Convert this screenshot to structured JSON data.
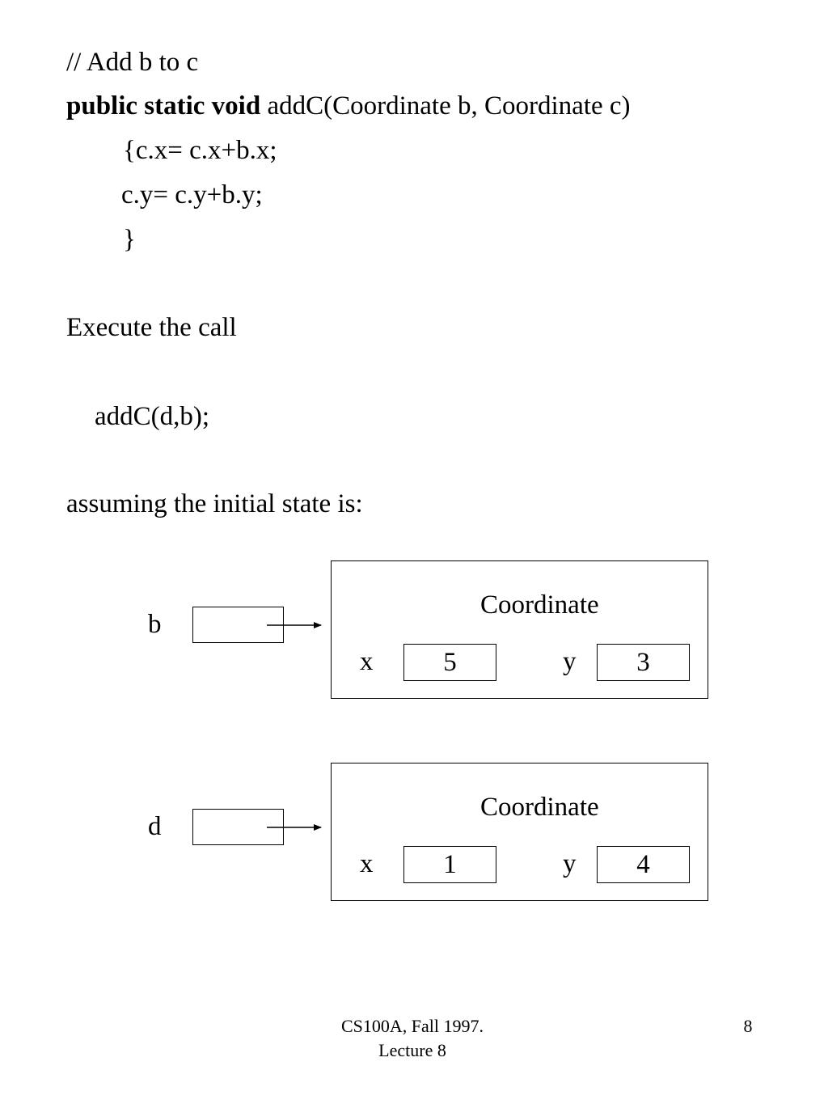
{
  "code": {
    "comment": "// Add b to c",
    "signature_keywords": "public static void",
    "signature_rest": " addC(Coordinate b, Coordinate c)",
    "body_line1": "{c.x= c.x+b.x;",
    "body_line2": "c.y= c.y+b.y;",
    "body_line3": "}"
  },
  "text": {
    "execute": "Execute the call",
    "call": "addC(d,b);",
    "assuming": "assuming the initial state is:"
  },
  "diagram": {
    "objects": [
      {
        "var": "b",
        "class_name": "Coordinate",
        "x_label": "x",
        "x_value": "5",
        "y_label": "y",
        "y_value": "3"
      },
      {
        "var": "d",
        "class_name": "Coordinate",
        "x_label": "x",
        "x_value": "1",
        "y_label": "y",
        "y_value": "4"
      }
    ]
  },
  "footer": {
    "course": "CS100A, Fall 1997.",
    "lecture": "Lecture 8",
    "page_number": "8"
  }
}
